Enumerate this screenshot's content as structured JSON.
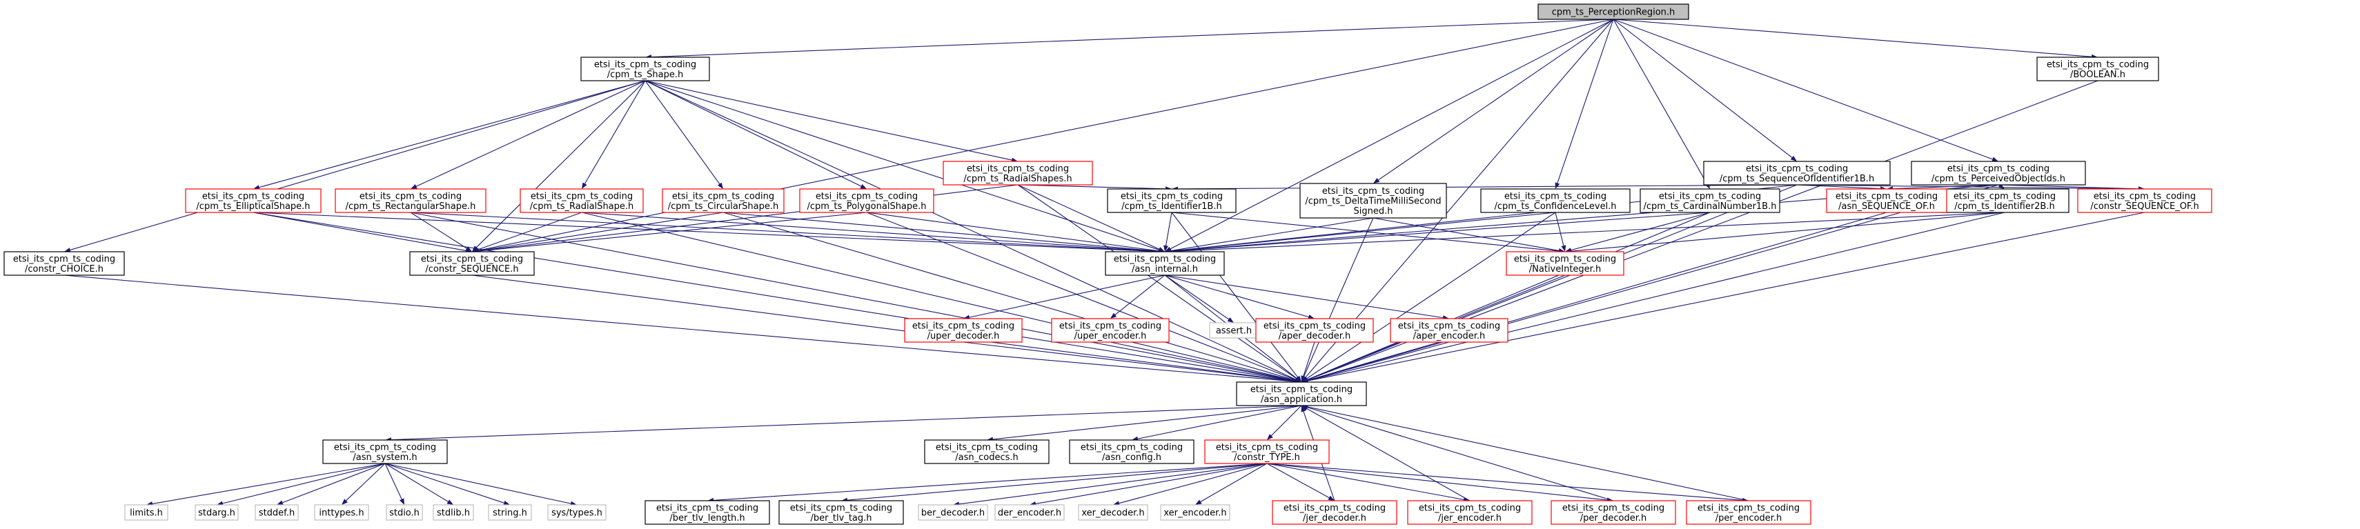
{
  "colors": {
    "edge": "#191970",
    "root_fill": "#bfbfbf",
    "normal_border": "#000000",
    "missing_border": "#ff0000",
    "external_border": "#bfbfbf",
    "text": "#000000"
  },
  "nodes": {
    "root": [
      "cpm_ts_PerceptionRegion.h"
    ],
    "shape": [
      "etsi_its_cpm_ts_coding",
      "/cpm_ts_Shape.h"
    ],
    "boolean": [
      "etsi_its_cpm_ts_coding",
      "/BOOLEAN.h"
    ],
    "seqid1b": [
      "etsi_its_cpm_ts_coding",
      "/cpm_ts_SequenceOfIdentifier1B.h"
    ],
    "perceivedobj": [
      "etsi_its_cpm_ts_coding",
      "/cpm_ts_PerceivedObjectIds.h"
    ],
    "radialshapes": [
      "etsi_its_cpm_ts_coding",
      "/cpm_ts_RadialShapes.h"
    ],
    "choice": [
      "etsi_its_cpm_ts_coding",
      "/constr_CHOICE.h"
    ],
    "elliptical": [
      "etsi_its_cpm_ts_coding",
      "/cpm_ts_EllipticalShape.h"
    ],
    "rectangular": [
      "etsi_its_cpm_ts_coding",
      "/cpm_ts_RectangularShape.h"
    ],
    "radialshape": [
      "etsi_its_cpm_ts_coding",
      "/cpm_ts_RadialShape.h"
    ],
    "circular": [
      "etsi_its_cpm_ts_coding",
      "/cpm_ts_CircularShape.h"
    ],
    "polygonal": [
      "etsi_its_cpm_ts_coding",
      "/cpm_ts_PolygonalShape.h"
    ],
    "id1b": [
      "etsi_its_cpm_ts_coding",
      "/cpm_ts_Identifier1B.h"
    ],
    "deltatime": [
      "etsi_its_cpm_ts_coding",
      "/cpm_ts_DeltaTimeMilliSecond",
      "Signed.h"
    ],
    "confidence": [
      "etsi_its_cpm_ts_coding",
      "/cpm_ts_ConfidenceLevel.h"
    ],
    "cardinal": [
      "etsi_its_cpm_ts_coding",
      "/cpm_ts_CardinalNumber1B.h"
    ],
    "id2b": [
      "etsi_its_cpm_ts_coding",
      "/cpm_ts_Identifier2B.h"
    ],
    "asnseqof": [
      "etsi_its_cpm_ts_coding",
      "/asn_SEQUENCE_OF.h"
    ],
    "constrseqof": [
      "etsi_its_cpm_ts_coding",
      "/constr_SEQUENCE_OF.h"
    ],
    "sequence": [
      "etsi_its_cpm_ts_coding",
      "/constr_SEQUENCE.h"
    ],
    "internal": [
      "etsi_its_cpm_ts_coding",
      "/asn_internal.h"
    ],
    "nativeint": [
      "etsi_its_cpm_ts_coding",
      "/NativeInteger.h"
    ],
    "uperdec": [
      "etsi_its_cpm_ts_coding",
      "/uper_decoder.h"
    ],
    "uperenc": [
      "etsi_its_cpm_ts_coding",
      "/uper_encoder.h"
    ],
    "assert": [
      "assert.h"
    ],
    "aperdec": [
      "etsi_its_cpm_ts_coding",
      "/aper_decoder.h"
    ],
    "aperenc": [
      "etsi_its_cpm_ts_coding",
      "/aper_encoder.h"
    ],
    "application": [
      "etsi_its_cpm_ts_coding",
      "/asn_application.h"
    ],
    "system": [
      "etsi_its_cpm_ts_coding",
      "/asn_system.h"
    ],
    "codecs": [
      "etsi_its_cpm_ts_coding",
      "/asn_codecs.h"
    ],
    "config": [
      "etsi_its_cpm_ts_coding",
      "/asn_config.h"
    ],
    "constrtype": [
      "etsi_its_cpm_ts_coding",
      "/constr_TYPE.h"
    ],
    "limits": [
      "limits.h"
    ],
    "stdarg": [
      "stdarg.h"
    ],
    "stddef": [
      "stddef.h"
    ],
    "inttypes": [
      "inttypes.h"
    ],
    "stdio": [
      "stdio.h"
    ],
    "stdlib": [
      "stdlib.h"
    ],
    "string": [
      "string.h"
    ],
    "systypes": [
      "sys/types.h"
    ],
    "bertlvlen": [
      "etsi_its_cpm_ts_coding",
      "/ber_tlv_length.h"
    ],
    "bertlvtag": [
      "etsi_its_cpm_ts_coding",
      "/ber_tlv_tag.h"
    ],
    "berdec": [
      "ber_decoder.h"
    ],
    "derenc": [
      "der_encoder.h"
    ],
    "xerdec": [
      "xer_decoder.h"
    ],
    "xerenc": [
      "xer_encoder.h"
    ],
    "jerdec": [
      "etsi_its_cpm_ts_coding",
      "/jer_decoder.h"
    ],
    "jerenc": [
      "etsi_its_cpm_ts_coding",
      "/jer_encoder.h"
    ],
    "perdec": [
      "etsi_its_cpm_ts_coding",
      "/per_decoder.h"
    ],
    "perenc": [
      "etsi_its_cpm_ts_coding",
      "/per_encoder.h"
    ]
  },
  "edges": [
    [
      "root",
      "shape"
    ],
    [
      "root",
      "boolean"
    ],
    [
      "root",
      "seqid1b"
    ],
    [
      "root",
      "perceivedobj"
    ],
    [
      "root",
      "deltatime"
    ],
    [
      "root",
      "confidence"
    ],
    [
      "root",
      "cardinal"
    ],
    [
      "root",
      "internal"
    ],
    [
      "root",
      "sequence"
    ],
    [
      "root",
      "application"
    ],
    [
      "shape",
      "choice"
    ],
    [
      "shape",
      "elliptical"
    ],
    [
      "shape",
      "rectangular"
    ],
    [
      "shape",
      "radialshape"
    ],
    [
      "shape",
      "circular"
    ],
    [
      "shape",
      "polygonal"
    ],
    [
      "shape",
      "radialshapes"
    ],
    [
      "shape",
      "internal"
    ],
    [
      "shape",
      "sequence"
    ],
    [
      "shape",
      "application"
    ],
    [
      "radialshapes",
      "id1b"
    ],
    [
      "radialshapes",
      "sequence"
    ],
    [
      "radialshapes",
      "internal"
    ],
    [
      "radialshapes",
      "application"
    ],
    [
      "elliptical",
      "sequence"
    ],
    [
      "elliptical",
      "internal"
    ],
    [
      "elliptical",
      "application"
    ],
    [
      "rectangular",
      "sequence"
    ],
    [
      "rectangular",
      "internal"
    ],
    [
      "rectangular",
      "application"
    ],
    [
      "radialshape",
      "sequence"
    ],
    [
      "radialshape",
      "internal"
    ],
    [
      "radialshape",
      "application"
    ],
    [
      "circular",
      "sequence"
    ],
    [
      "circular",
      "internal"
    ],
    [
      "circular",
      "application"
    ],
    [
      "polygonal",
      "sequence"
    ],
    [
      "polygonal",
      "internal"
    ],
    [
      "polygonal",
      "application"
    ],
    [
      "seqid1b",
      "id1b"
    ],
    [
      "seqid1b",
      "asnseqof"
    ],
    [
      "seqid1b",
      "constrseqof"
    ],
    [
      "seqid1b",
      "internal"
    ],
    [
      "seqid1b",
      "application"
    ],
    [
      "perceivedobj",
      "id2b"
    ],
    [
      "perceivedobj",
      "asnseqof"
    ],
    [
      "perceivedobj",
      "constrseqof"
    ],
    [
      "perceivedobj",
      "internal"
    ],
    [
      "perceivedobj",
      "application"
    ],
    [
      "id1b",
      "internal"
    ],
    [
      "id1b",
      "nativeint"
    ],
    [
      "id1b",
      "application"
    ],
    [
      "deltatime",
      "internal"
    ],
    [
      "deltatime",
      "nativeint"
    ],
    [
      "deltatime",
      "application"
    ],
    [
      "confidence",
      "internal"
    ],
    [
      "confidence",
      "nativeint"
    ],
    [
      "confidence",
      "application"
    ],
    [
      "cardinal",
      "internal"
    ],
    [
      "cardinal",
      "nativeint"
    ],
    [
      "cardinal",
      "application"
    ],
    [
      "id2b",
      "internal"
    ],
    [
      "id2b",
      "nativeint"
    ],
    [
      "id2b",
      "application"
    ],
    [
      "boolean",
      "application"
    ],
    [
      "asnseqof",
      "application"
    ],
    [
      "constrseqof",
      "application"
    ],
    [
      "choice",
      "application"
    ],
    [
      "sequence",
      "application"
    ],
    [
      "internal",
      "uperdec"
    ],
    [
      "internal",
      "uperenc"
    ],
    [
      "internal",
      "assert"
    ],
    [
      "internal",
      "aperdec"
    ],
    [
      "internal",
      "aperenc"
    ],
    [
      "internal",
      "application"
    ],
    [
      "nativeint",
      "application"
    ],
    [
      "uperdec",
      "application"
    ],
    [
      "uperenc",
      "application"
    ],
    [
      "aperdec",
      "application"
    ],
    [
      "aperenc",
      "application"
    ],
    [
      "application",
      "system"
    ],
    [
      "application",
      "codecs"
    ],
    [
      "application",
      "config"
    ],
    [
      "application",
      "constrtype"
    ],
    [
      "system",
      "limits"
    ],
    [
      "system",
      "stdarg"
    ],
    [
      "system",
      "stddef"
    ],
    [
      "system",
      "inttypes"
    ],
    [
      "system",
      "stdio"
    ],
    [
      "system",
      "stdlib"
    ],
    [
      "system",
      "string"
    ],
    [
      "system",
      "systypes"
    ],
    [
      "constrtype",
      "bertlvlen"
    ],
    [
      "constrtype",
      "bertlvtag"
    ],
    [
      "constrtype",
      "berdec"
    ],
    [
      "constrtype",
      "derenc"
    ],
    [
      "constrtype",
      "xerdec"
    ],
    [
      "constrtype",
      "xerenc"
    ],
    [
      "constrtype",
      "jerdec"
    ],
    [
      "constrtype",
      "jerenc"
    ],
    [
      "constrtype",
      "perdec"
    ],
    [
      "constrtype",
      "perenc"
    ],
    [
      "jerdec",
      "application"
    ],
    [
      "jerenc",
      "application"
    ],
    [
      "perdec",
      "application"
    ],
    [
      "perenc",
      "application"
    ]
  ]
}
